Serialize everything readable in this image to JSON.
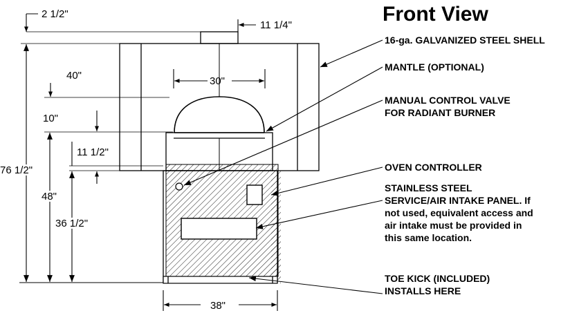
{
  "title": "Front View",
  "dimensions": {
    "d_2_5": "2 1/2\"",
    "d_11_25": "11 1/4\"",
    "d_40": "40\"",
    "d_30": "30\"",
    "d_10": "10\"",
    "d_11_5": "11 1/2\"",
    "d_76_5": "76 1/2\"",
    "d_48": "48\"",
    "d_36_5": "36 1/2\"",
    "d_38": "38\""
  },
  "callouts": {
    "shell": "16-ga. GALVANIZED STEEL SHELL",
    "mantle": "MANTLE (OPTIONAL)",
    "valve_1": "MANUAL CONTROL VALVE",
    "valve_2": "FOR RADIANT BURNER",
    "controller": "OVEN CONTROLLER",
    "panel_1": "STAINLESS STEEL",
    "panel_2": "SERVICE/AIR INTAKE PANEL. If",
    "panel_3": "not used, equivalent access and",
    "panel_4": "air intake must be provided in",
    "panel_5": "this same location.",
    "toe_1": "TOE KICK (INCLUDED)",
    "toe_2": "INSTALLS HERE"
  }
}
